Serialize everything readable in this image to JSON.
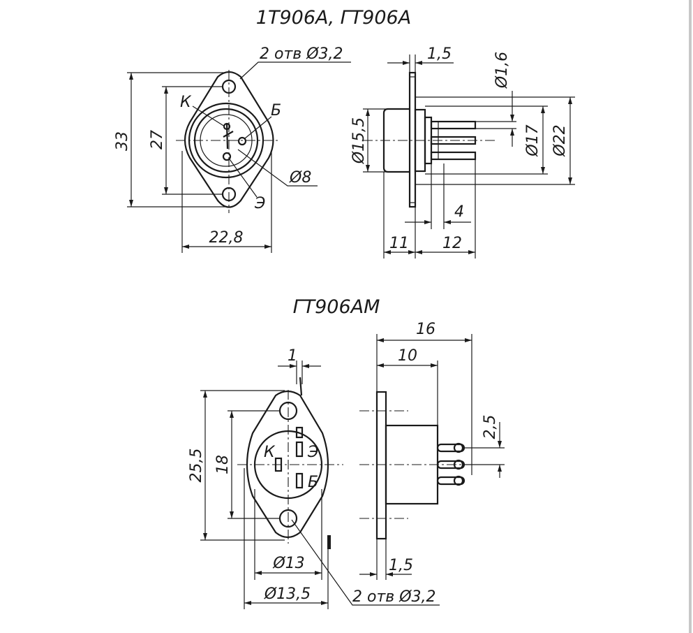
{
  "top_title": "1Т906А, ГТ906А",
  "bottom_title": "ГТ906АМ",
  "top_front": {
    "holes_callout": "2 отв Ø3,2",
    "dim_overall_height": "33",
    "dim_hole_spacing": "27",
    "dim_body_width": "22,8",
    "dim_pin_circle": "Ø8",
    "pin_k": "К",
    "pin_b": "Б",
    "pin_e": "Э"
  },
  "top_side": {
    "dim_flange_thickness": "1,5",
    "dim_pin_diameter": "Ø1,6",
    "dim_body_diameter": "Ø15,5",
    "dim_base_diameter": "Ø17",
    "dim_rim_diameter": "Ø22",
    "dim_pin_offset": "4",
    "dim_body_length": "11",
    "dim_pin_length": "12"
  },
  "bottom_front": {
    "dim_flange_thickness": "1",
    "dim_overall_height": "25,5",
    "dim_hole_spacing": "18",
    "pin_k": "К",
    "pin_e": "Э",
    "pin_b": "Б",
    "dim_body_diameter": "Ø13",
    "dim_flange_diameter": "Ø13,5",
    "holes_callout": "2 отв Ø3,2"
  },
  "bottom_side": {
    "dim_overall_length": "16",
    "dim_body_length": "10",
    "dim_pin_pitch": "2,5",
    "dim_flange_thickness": "1,5"
  }
}
